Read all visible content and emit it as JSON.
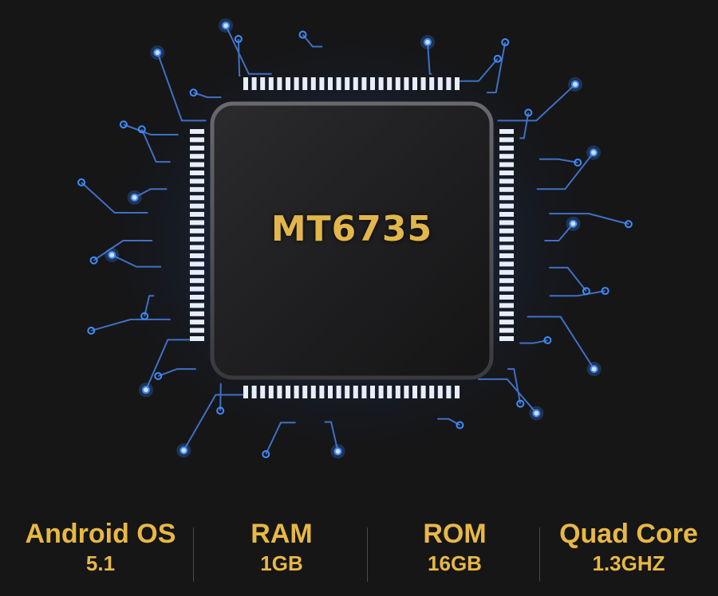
{
  "chip": {
    "model": "MT6735",
    "label_color": "#e2b64a",
    "glow_color": "#3d8cff"
  },
  "specs": [
    {
      "title": "Android OS",
      "value": "5.1"
    },
    {
      "title": "RAM",
      "value": "1GB"
    },
    {
      "title": "ROM",
      "value": "16GB"
    },
    {
      "title": "Quad Core",
      "value": "1.3GHZ"
    }
  ],
  "colors": {
    "background": "#161617",
    "spec_text": "#e8b845"
  }
}
